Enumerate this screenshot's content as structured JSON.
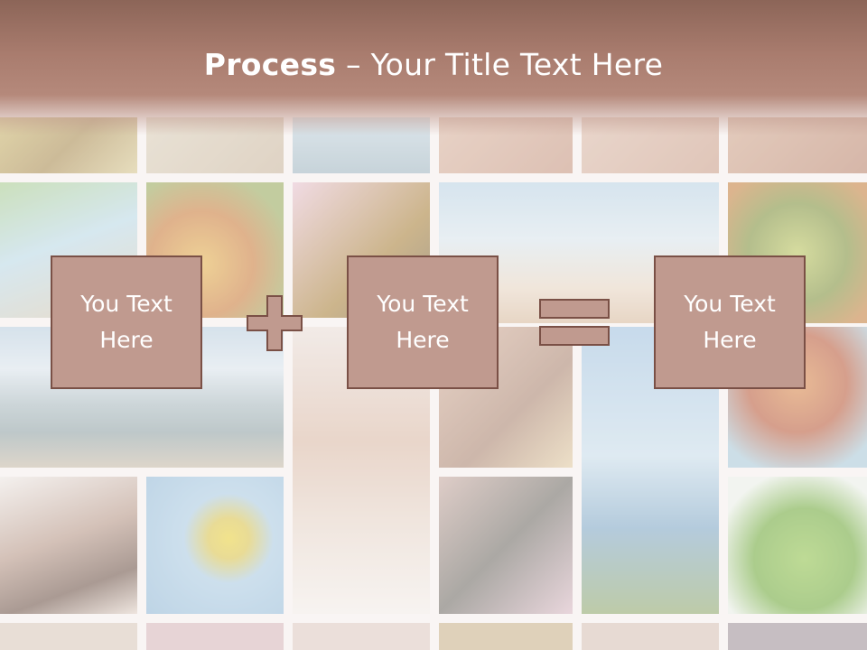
{
  "slide": {
    "title_bold": "Process",
    "title_rest": " – Your Title Text Here",
    "boxes": [
      {
        "text": "You Text\nHere"
      },
      {
        "text": "You Text\nHere"
      },
      {
        "text": "You Text\nHere"
      }
    ],
    "operators": [
      "plus-icon",
      "equals-icon"
    ]
  },
  "colors": {
    "title_bar": "#a97c6e",
    "box_fill": "#c09a8f",
    "box_border": "#7a5046"
  }
}
